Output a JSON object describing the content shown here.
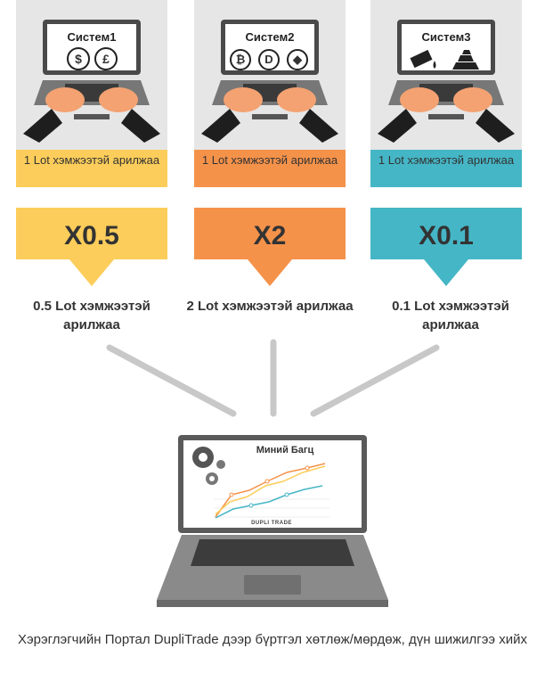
{
  "systems": [
    {
      "title": "Систем1",
      "caption": "1 Lot хэмжээтэй арилжаа",
      "multiplier": "X0.5",
      "result": "0.5 Lot хэмжээтэй арилжаа",
      "color": "#fccd5a",
      "icons": [
        "dollar-icon",
        "pound-icon"
      ]
    },
    {
      "title": "Систем2",
      "caption": "1 Lot хэмжээтэй арилжаа",
      "multiplier": "X2",
      "result": "2 Lot хэмжээтэй арилжаа",
      "color": "#f5924a",
      "icons": [
        "bitcoin-icon",
        "dash-icon",
        "ethereum-icon"
      ]
    },
    {
      "title": "Систем3",
      "caption": "1 Lot хэмжээтэй арилжаа",
      "multiplier": "X0.1",
      "result": "0.1 Lot хэмжээтэй арилжаа",
      "color": "#45b6c6",
      "icons": [
        "oil-icon",
        "gold-bars-icon"
      ]
    }
  ],
  "portfolio": {
    "title": "Миний Багц",
    "logo": "DUPLI TRADE"
  },
  "footer": "Хэрэглэгчийн Портал DupliTrade дээр бүртгэл хөтлөж/мөрдөж, дүн шижилгээ хийх"
}
